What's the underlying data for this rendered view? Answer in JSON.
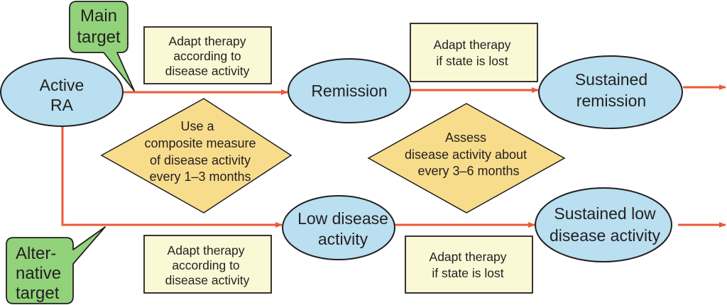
{
  "colors": {
    "ellipse_fill": "#b9dff0",
    "box_fill": "#fbf8d6",
    "diamond_fill": "#f7dc8c",
    "callout_fill": "#92d27b",
    "arrow": "#ea5a37",
    "stroke": "#231f20"
  },
  "states": {
    "active_ra": [
      "Active",
      "RA"
    ],
    "remission": [
      "Remission"
    ],
    "sustained_remission": [
      "Sustained",
      "remission"
    ],
    "low_disease_activity": [
      "Low disease",
      "activity"
    ],
    "sustained_low_disease_activity": [
      "Sustained low",
      "disease activity"
    ]
  },
  "boxes": {
    "adapt_top_left": [
      "Adapt therapy",
      "according to",
      "disease activity"
    ],
    "adapt_top_right": [
      "Adapt therapy",
      "if state is lost"
    ],
    "adapt_bottom_left": [
      "Adapt therapy",
      "according to",
      "disease activity"
    ],
    "adapt_bottom_right": [
      "Adapt therapy",
      "if state is lost"
    ]
  },
  "diamonds": {
    "composite_measure": [
      "Use a",
      "composite measure",
      "of disease activity",
      "every 1–3 months"
    ],
    "assess": [
      "Assess",
      "disease activity about",
      "every 3–6 months"
    ]
  },
  "callouts": {
    "main_target": [
      "Main",
      "target"
    ],
    "alternative_target": [
      "Alter-",
      "native",
      "target"
    ]
  }
}
